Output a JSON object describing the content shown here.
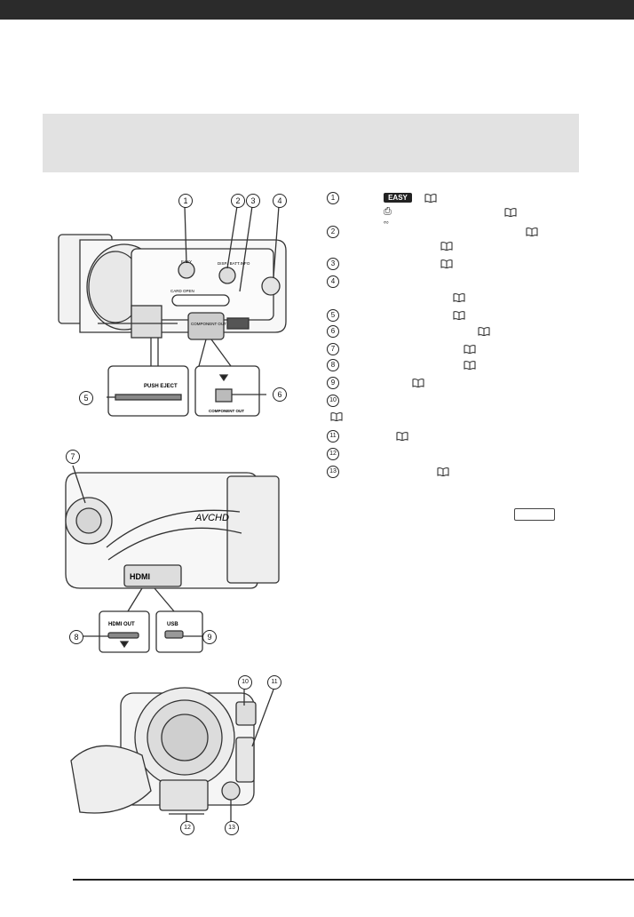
{
  "page": {
    "accent_dark": "#2b2b2b",
    "panel_gray": "#e2e2e2"
  },
  "legend": [
    {
      "num": "1"
    },
    {
      "num": "2"
    },
    {
      "num": "3"
    },
    {
      "num": "4"
    },
    {
      "num": "5"
    },
    {
      "num": "6"
    },
    {
      "num": "7"
    },
    {
      "num": "8"
    },
    {
      "num": "9"
    },
    {
      "num": "10"
    },
    {
      "num": "11"
    },
    {
      "num": "12"
    },
    {
      "num": "13"
    }
  ],
  "badges": {
    "easy": "EASY",
    "print_share_icons": "⎙ ∾"
  },
  "figure_labels": {
    "push_eject": "PUSH EJECT",
    "component_out": "COMPONENT OUT",
    "component_out_inset": "COMPONENT OUT",
    "hdmi_out": "HDMI OUT",
    "usb": "USB",
    "avchd": "AVCHD",
    "hdmi_logo": "HDMI",
    "card_open": "CARD OPEN",
    "disp_batt_info": "DISP./ BATT.INFO",
    "easy_button": "EASY"
  },
  "callouts": {
    "c1": "1",
    "c2": "2",
    "c3": "3",
    "c4": "4",
    "c5": "5",
    "c6": "6",
    "c7": "7",
    "c8": "8",
    "c9": "9",
    "c10": "10",
    "c11": "11",
    "c12": "12",
    "c13": "13"
  }
}
